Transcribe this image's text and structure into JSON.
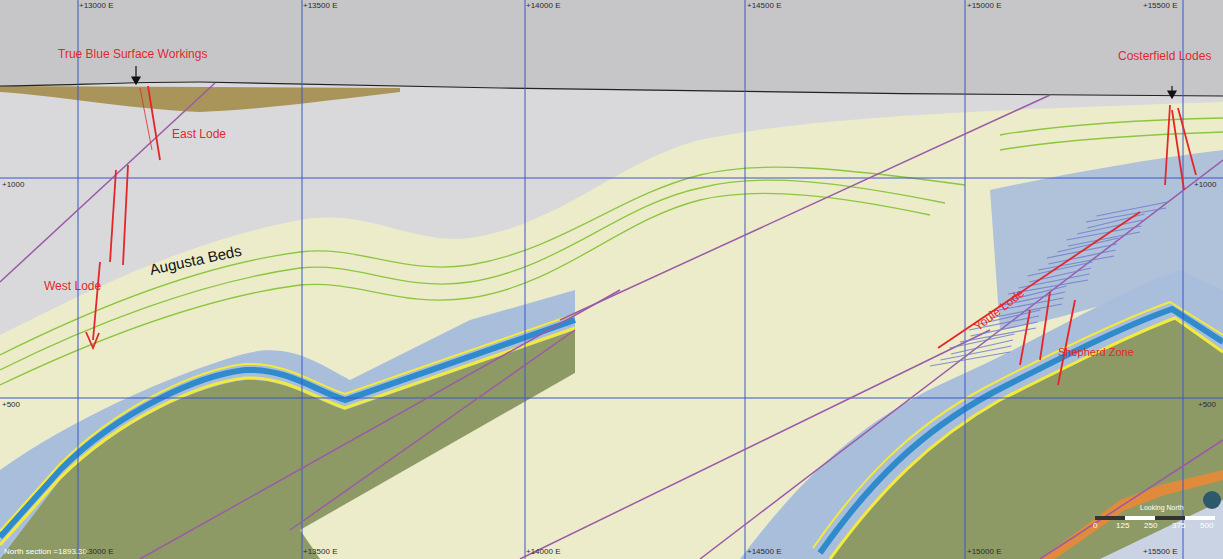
{
  "diagram": {
    "labels": [
      "+13000 E",
      "+13500 E",
      "+14000 E",
      "+14500 E",
      "+15000 E",
      "+15500 E",
      "+13000 E",
      "+13500 E",
      "+14000 E",
      "+14500 E",
      "+15000 E",
      "+15500 E",
      "+1000",
      "+500",
      "+1000",
      "+500",
      "True Blue Surface Workings",
      "East Lode",
      "West Lode",
      "Augusta Beds",
      "Costerfield Lodes",
      "Youle Lode",
      "Shepherd Zone",
      "North section =1893.30",
      "0",
      "125",
      "250",
      "375",
      "500",
      "Looking North"
    ]
  }
}
